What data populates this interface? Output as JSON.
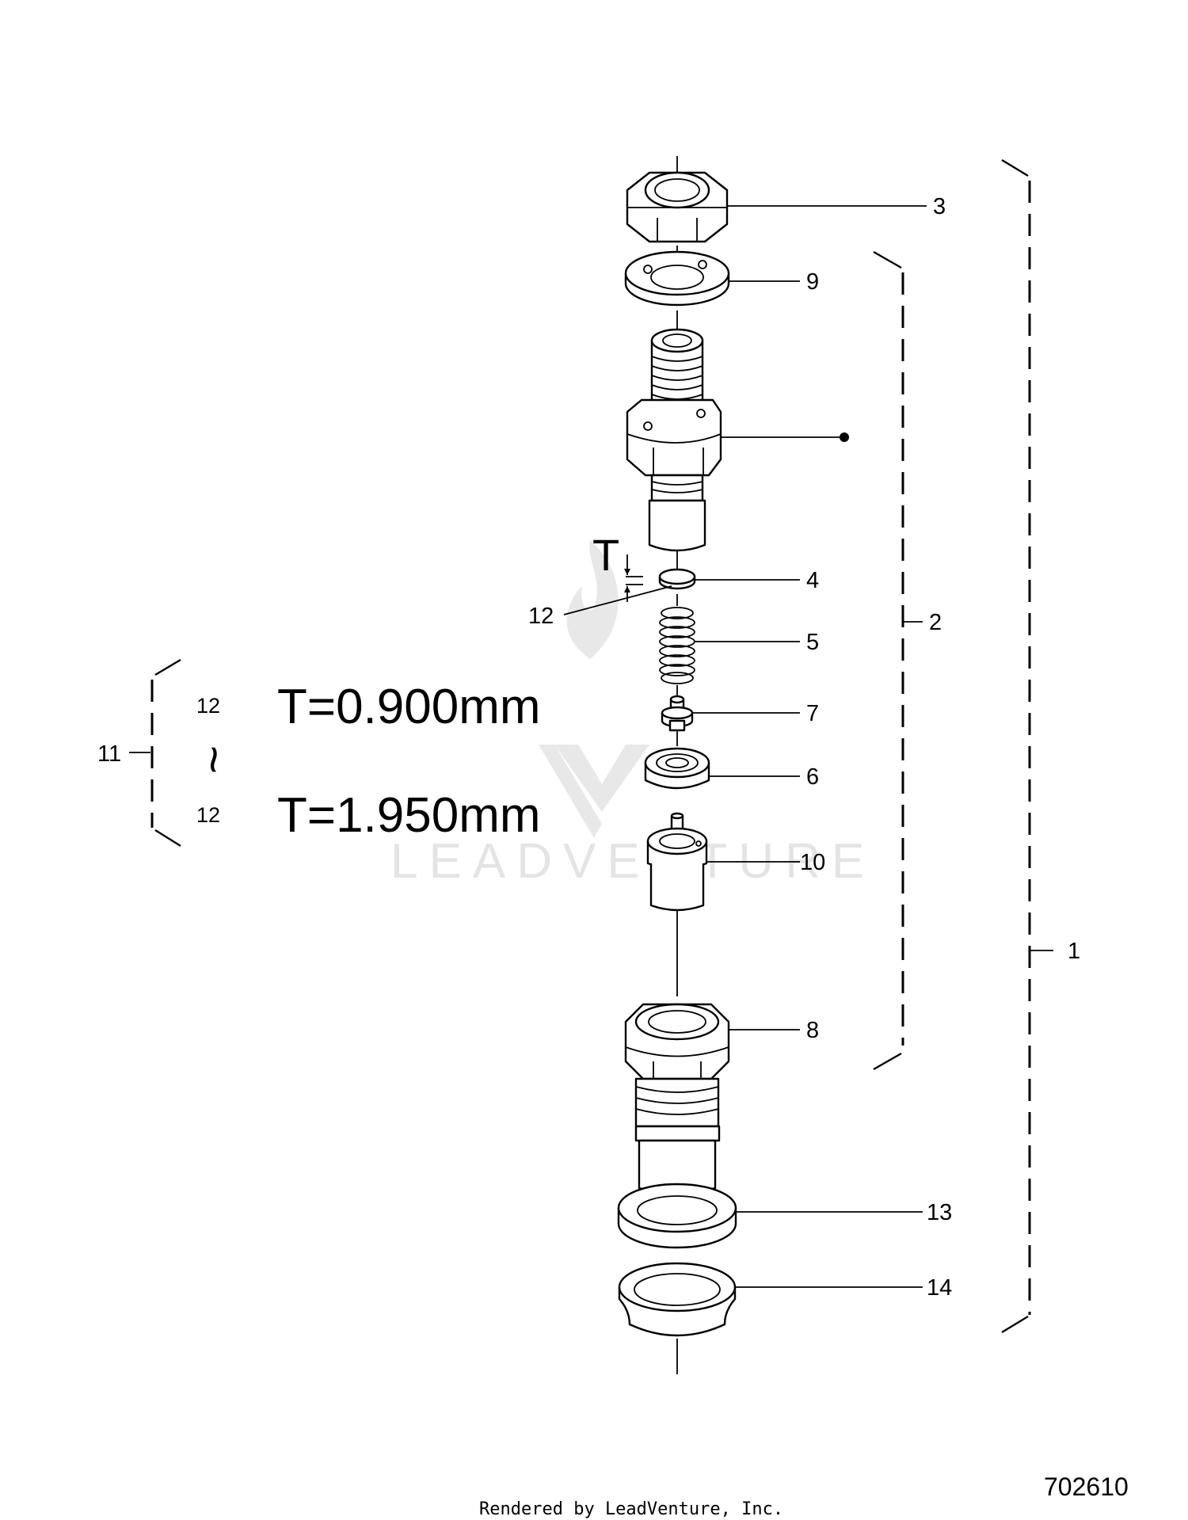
{
  "callouts": {
    "c1": "1",
    "c2": "2",
    "c3": "3",
    "c4": "4",
    "c5": "5",
    "c6": "6",
    "c7": "7",
    "c8": "8",
    "c9": "9",
    "c10": "10",
    "c11": "11",
    "c12_detail": "12",
    "c12_top": "12",
    "c12_bottom": "12",
    "c13": "13",
    "c14": "14"
  },
  "thickness": {
    "symbol": "T",
    "range_mark": "~",
    "min": "T=0.900mm",
    "max": "T=1.950mm"
  },
  "watermark": "LEADVENTURE",
  "diagram_id": "702610",
  "footer": "Rendered by LeadVenture, Inc."
}
